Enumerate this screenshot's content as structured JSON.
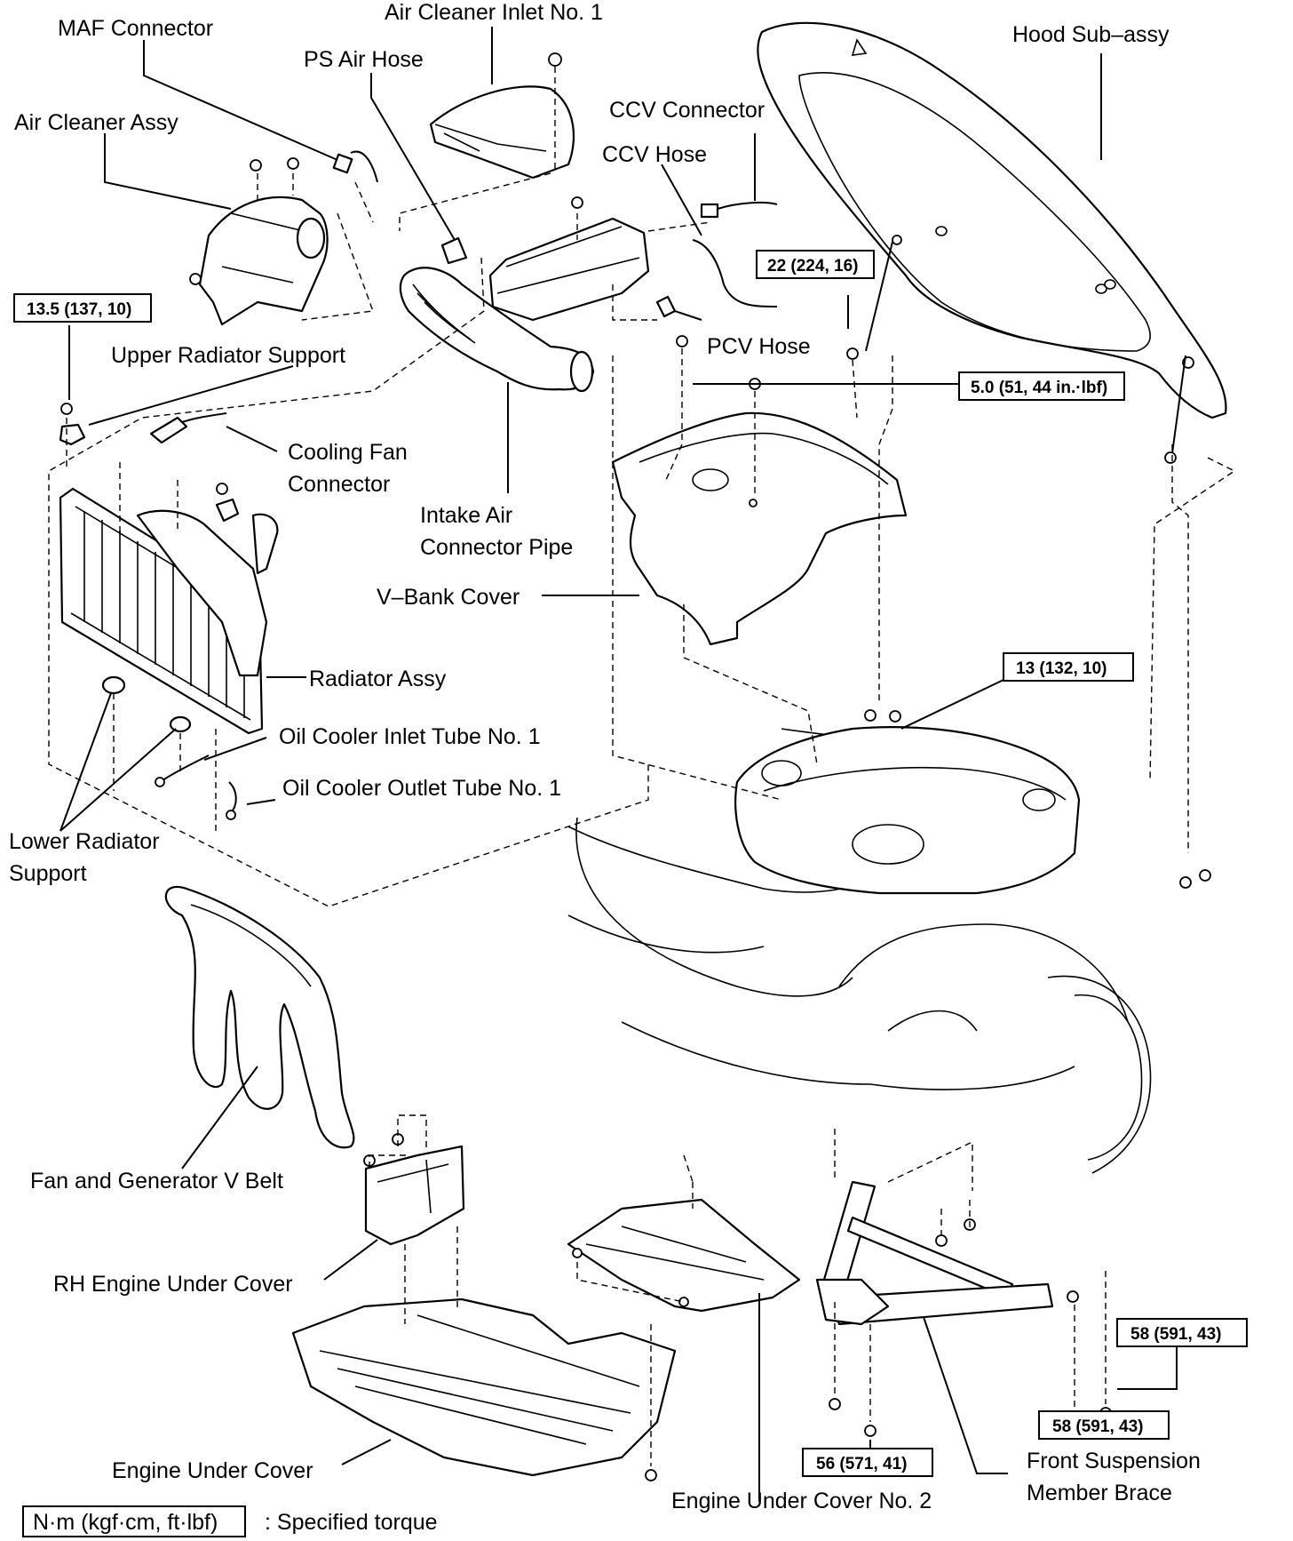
{
  "labels": {
    "maf_connector": "MAF Connector",
    "air_cleaner_inlet": "Air Cleaner Inlet No. 1",
    "ps_air_hose": "PS Air Hose",
    "air_cleaner_assy": "Air Cleaner Assy",
    "ccv_connector": "CCV Connector",
    "ccv_hose": "CCV Hose",
    "hood_sub_assy": "Hood Sub–assy",
    "pcv_hose": "PCV Hose",
    "upper_radiator_support": "Upper Radiator Support",
    "cooling_fan_connector_1": "Cooling Fan",
    "cooling_fan_connector_2": "Connector",
    "intake_air_pipe_1": "Intake Air",
    "intake_air_pipe_2": "Connector Pipe",
    "v_bank_cover": "V–Bank Cover",
    "radiator_assy": "Radiator Assy",
    "oil_cooler_inlet": "Oil Cooler Inlet Tube No. 1",
    "oil_cooler_outlet": "Oil Cooler Outlet Tube No. 1",
    "lower_radiator_support_1": "Lower Radiator",
    "lower_radiator_support_2": "Support",
    "fan_generator_belt": "Fan and Generator V Belt",
    "rh_engine_under_cover": "RH Engine Under Cover",
    "engine_under_cover": "Engine Under Cover",
    "engine_under_cover_2": "Engine Under Cover No. 2",
    "front_suspension_brace_1": "Front Suspension",
    "front_suspension_brace_2": "Member Brace"
  },
  "torques": {
    "t_13_5": "13.5 (137, 10)",
    "t_22": "22 (224, 16)",
    "t_5_0": "5.0 (51, 44 in.·lbf)",
    "t_13": "13 (132, 10)",
    "t_58_a": "58 (591, 43)",
    "t_58_b": "58 (591, 43)",
    "t_56": "56 (571, 41)"
  },
  "legend": {
    "unit": "N·m (kgf·cm, ft·lbf)",
    "meaning": ": Specified torque"
  }
}
